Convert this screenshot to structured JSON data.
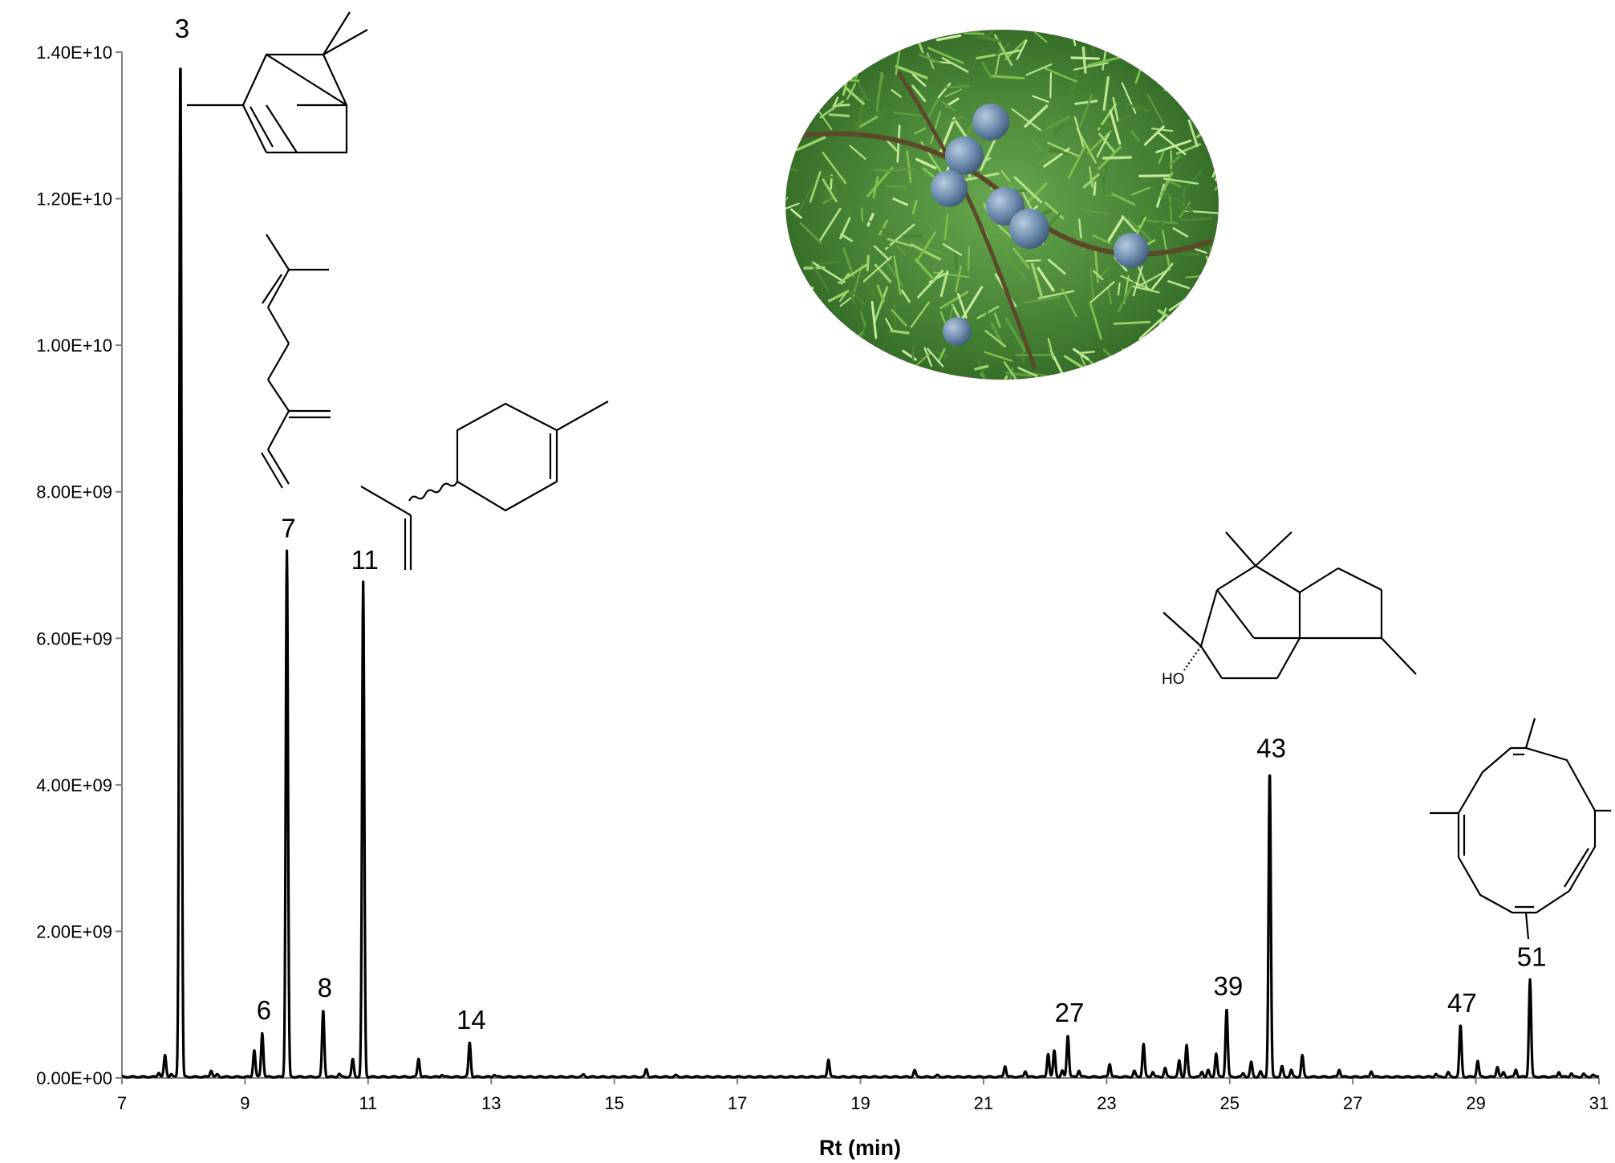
{
  "chart_data": {
    "type": "line",
    "title": "",
    "xlabel": "Rt (min)",
    "ylabel": "",
    "xlim": [
      7,
      31
    ],
    "ylim": [
      0,
      14000000000
    ],
    "x_ticks": [
      "7",
      "9",
      "11",
      "13",
      "15",
      "17",
      "19",
      "21",
      "23",
      "25",
      "27",
      "29",
      "31"
    ],
    "y_ticks": [
      "0.00E+00",
      "2.00E+09",
      "4.00E+09",
      "6.00E+09",
      "8.00E+09",
      "1.00E+10",
      "1.20E+10",
      "1.40E+10"
    ],
    "grid": false,
    "legend": "none",
    "line_color": "#000000",
    "labeled_peaks": [
      {
        "label": "3",
        "x": 7.95,
        "y": 14000000000
      },
      {
        "label": "6",
        "x": 9.28,
        "y": 600000000
      },
      {
        "label": "7",
        "x": 9.68,
        "y": 7180000000
      },
      {
        "label": "8",
        "x": 10.27,
        "y": 910000000
      },
      {
        "label": "11",
        "x": 10.92,
        "y": 6750000000
      },
      {
        "label": "14",
        "x": 12.65,
        "y": 470000000
      },
      {
        "label": "27",
        "x": 22.37,
        "y": 570000000
      },
      {
        "label": "39",
        "x": 24.95,
        "y": 930000000
      },
      {
        "label": "43",
        "x": 25.65,
        "y": 4180000000
      },
      {
        "label": "47",
        "x": 28.75,
        "y": 700000000
      },
      {
        "label": "51",
        "x": 29.88,
        "y": 1330000000
      }
    ],
    "minor_peaks": [
      {
        "x": 7.6,
        "y": 60000000
      },
      {
        "x": 7.7,
        "y": 290000000
      },
      {
        "x": 7.8,
        "y": 40000000
      },
      {
        "x": 8.45,
        "y": 90000000
      },
      {
        "x": 8.55,
        "y": 30000000
      },
      {
        "x": 9.15,
        "y": 370000000
      },
      {
        "x": 10.53,
        "y": 40000000
      },
      {
        "x": 10.75,
        "y": 240000000
      },
      {
        "x": 11.82,
        "y": 250000000
      },
      {
        "x": 12.2,
        "y": 30000000
      },
      {
        "x": 13.05,
        "y": 30000000
      },
      {
        "x": 14.5,
        "y": 30000000
      },
      {
        "x": 15.52,
        "y": 100000000
      },
      {
        "x": 16.0,
        "y": 20000000
      },
      {
        "x": 18.48,
        "y": 240000000
      },
      {
        "x": 19.88,
        "y": 90000000
      },
      {
        "x": 20.25,
        "y": 20000000
      },
      {
        "x": 21.35,
        "y": 150000000
      },
      {
        "x": 21.68,
        "y": 80000000
      },
      {
        "x": 22.05,
        "y": 320000000
      },
      {
        "x": 22.15,
        "y": 360000000
      },
      {
        "x": 22.28,
        "y": 80000000
      },
      {
        "x": 22.55,
        "y": 90000000
      },
      {
        "x": 23.05,
        "y": 180000000
      },
      {
        "x": 23.45,
        "y": 80000000
      },
      {
        "x": 23.6,
        "y": 450000000
      },
      {
        "x": 23.75,
        "y": 70000000
      },
      {
        "x": 23.95,
        "y": 120000000
      },
      {
        "x": 24.18,
        "y": 220000000
      },
      {
        "x": 24.3,
        "y": 430000000
      },
      {
        "x": 24.55,
        "y": 70000000
      },
      {
        "x": 24.65,
        "y": 90000000
      },
      {
        "x": 24.78,
        "y": 320000000
      },
      {
        "x": 25.22,
        "y": 50000000
      },
      {
        "x": 25.35,
        "y": 200000000
      },
      {
        "x": 25.5,
        "y": 70000000
      },
      {
        "x": 25.85,
        "y": 140000000
      },
      {
        "x": 26.0,
        "y": 90000000
      },
      {
        "x": 26.18,
        "y": 290000000
      },
      {
        "x": 26.78,
        "y": 100000000
      },
      {
        "x": 27.3,
        "y": 80000000
      },
      {
        "x": 28.35,
        "y": 40000000
      },
      {
        "x": 28.55,
        "y": 60000000
      },
      {
        "x": 29.03,
        "y": 220000000
      },
      {
        "x": 29.35,
        "y": 140000000
      },
      {
        "x": 29.45,
        "y": 60000000
      },
      {
        "x": 29.65,
        "y": 100000000
      },
      {
        "x": 30.35,
        "y": 70000000
      },
      {
        "x": 30.55,
        "y": 50000000
      },
      {
        "x": 30.75,
        "y": 40000000
      },
      {
        "x": 30.9,
        "y": 30000000
      }
    ]
  },
  "structures": {
    "cedrol_hydroxyl_label": "HO"
  },
  "photo": {
    "subject": "juniper-berries-photo",
    "foliage_color": "#4f8f3a",
    "berry_color": "#6f8fb0"
  }
}
